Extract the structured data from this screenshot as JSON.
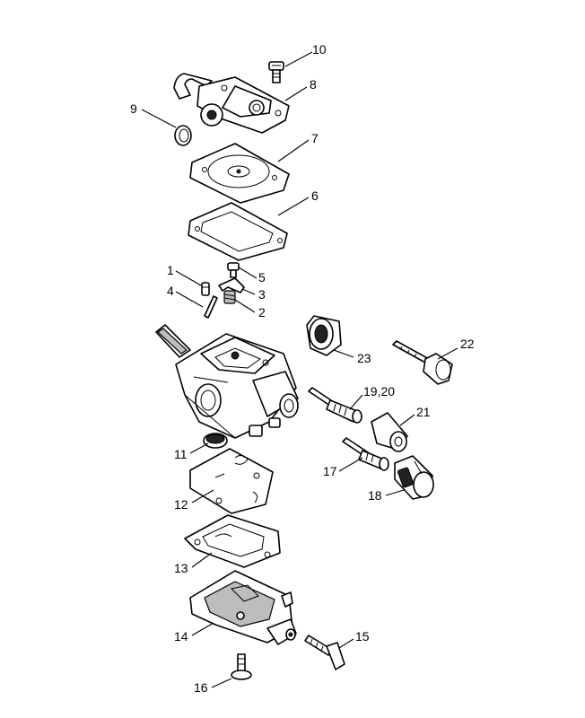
{
  "diagram": {
    "type": "exploded parts diagram",
    "callouts": [
      {
        "id": "c1",
        "label": "1"
      },
      {
        "id": "c2",
        "label": "2"
      },
      {
        "id": "c3",
        "label": "3"
      },
      {
        "id": "c4",
        "label": "4"
      },
      {
        "id": "c5",
        "label": "5"
      },
      {
        "id": "c6",
        "label": "6"
      },
      {
        "id": "c7",
        "label": "7"
      },
      {
        "id": "c8",
        "label": "8"
      },
      {
        "id": "c9",
        "label": "9"
      },
      {
        "id": "c10",
        "label": "10"
      },
      {
        "id": "c11",
        "label": "11"
      },
      {
        "id": "c12",
        "label": "12"
      },
      {
        "id": "c13",
        "label": "13"
      },
      {
        "id": "c14",
        "label": "14"
      },
      {
        "id": "c15",
        "label": "15"
      },
      {
        "id": "c16",
        "label": "16"
      },
      {
        "id": "c17",
        "label": "17"
      },
      {
        "id": "c18",
        "label": "18"
      },
      {
        "id": "c19",
        "label": "19,20"
      },
      {
        "id": "c21",
        "label": "21"
      },
      {
        "id": "c22",
        "label": "22"
      },
      {
        "id": "c23",
        "label": "23"
      }
    ]
  }
}
